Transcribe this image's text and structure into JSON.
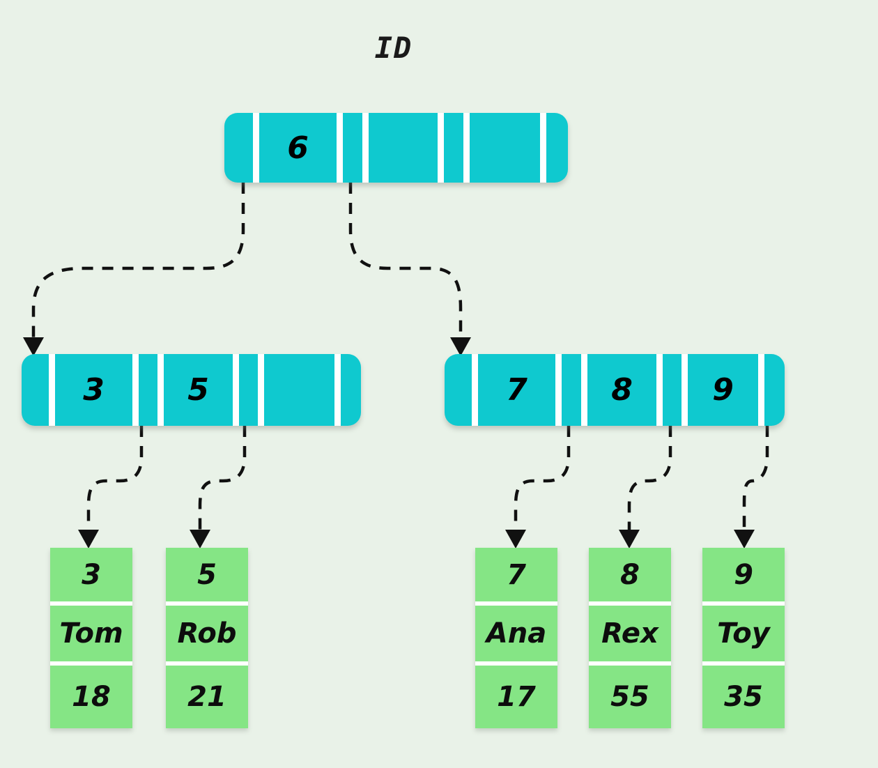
{
  "title": "ID",
  "colors": {
    "background": "#e9f2e8",
    "index_node": "#0fc9cf",
    "leaf_record": "#85e585",
    "divider": "#ffffff",
    "connector": "#111111",
    "text": "#000000"
  },
  "tree": {
    "type": "b-plus-tree",
    "root": {
      "name": "root-node",
      "keys": [
        "6"
      ],
      "slot_count": 3
    },
    "internal_nodes": [
      {
        "name": "left-index-node",
        "keys": [
          "3",
          "5"
        ],
        "slot_count": 3
      },
      {
        "name": "right-index-node",
        "keys": [
          "7",
          "8",
          "9"
        ],
        "slot_count": 3
      }
    ],
    "leaf_records": [
      {
        "id": "3",
        "name": "Tom",
        "age": "18"
      },
      {
        "id": "5",
        "name": "Rob",
        "age": "21"
      },
      {
        "id": "7",
        "name": "Ana",
        "age": "17"
      },
      {
        "id": "8",
        "name": "Rex",
        "age": "55"
      },
      {
        "id": "9",
        "name": "Toy",
        "age": "35"
      }
    ]
  }
}
